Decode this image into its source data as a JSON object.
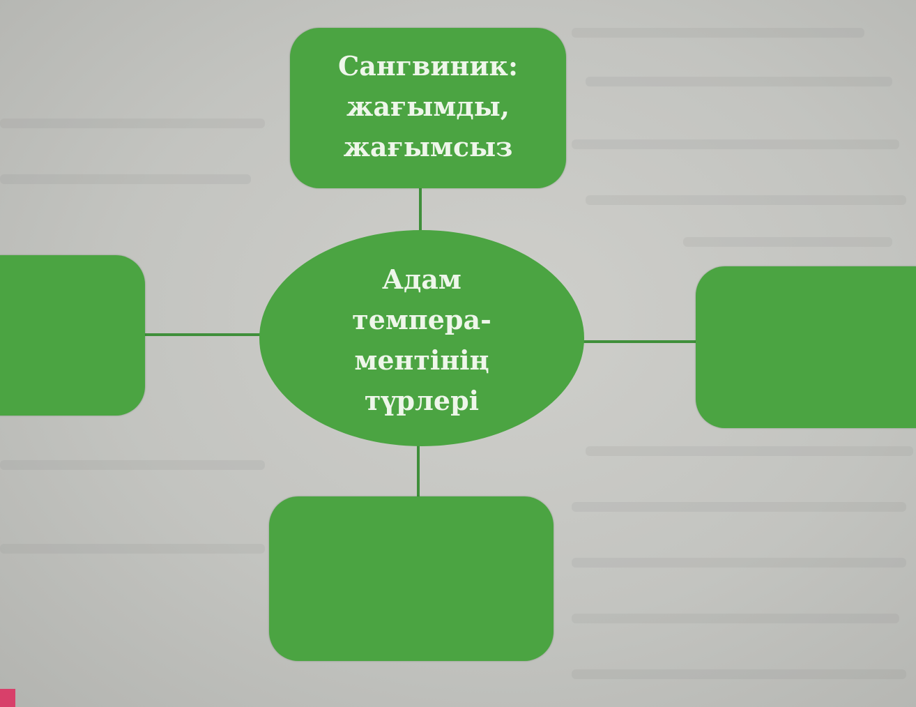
{
  "diagram": {
    "center": {
      "lines": [
        "Адам",
        "темпера-",
        "ментінің",
        "түрлері"
      ]
    },
    "top_box": {
      "lines": [
        "Сангвиник:",
        "жағымды,",
        "жағымсыз"
      ]
    },
    "left_box": {
      "lines": []
    },
    "right_box": {
      "lines": []
    },
    "bottom_box": {
      "lines": []
    }
  },
  "colors": {
    "box_fill": "#4ba442",
    "text": "#eef6ea",
    "connector": "#3f8f3a",
    "paper": "#c6c7c3"
  }
}
